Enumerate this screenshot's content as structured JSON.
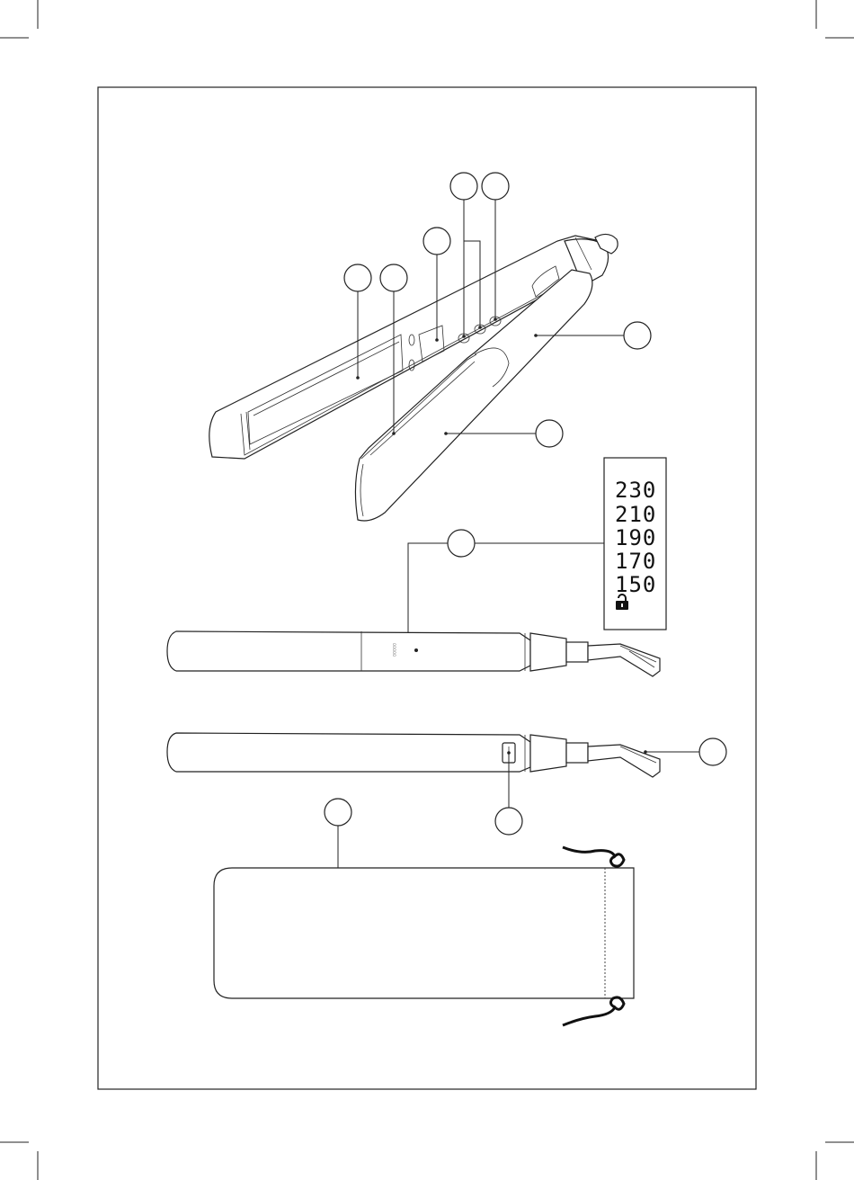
{
  "figure": {
    "frame_color": "#222222",
    "line_color": "#222222",
    "background": "#ffffff"
  },
  "display_panel": {
    "temperatures": [
      "230",
      "210",
      "190",
      "170",
      "150"
    ],
    "lock_icon": "lock-icon"
  },
  "callouts": [
    {
      "id": "callout-a",
      "label": ""
    },
    {
      "id": "callout-b",
      "label": ""
    },
    {
      "id": "callout-c",
      "label": ""
    },
    {
      "id": "callout-d",
      "label": ""
    },
    {
      "id": "callout-e",
      "label": ""
    },
    {
      "id": "callout-f",
      "label": ""
    },
    {
      "id": "callout-g",
      "label": ""
    },
    {
      "id": "callout-h",
      "label": ""
    },
    {
      "id": "callout-i",
      "label": ""
    },
    {
      "id": "callout-j",
      "label": ""
    },
    {
      "id": "callout-k",
      "label": ""
    },
    {
      "id": "callout-l",
      "label": ""
    }
  ]
}
